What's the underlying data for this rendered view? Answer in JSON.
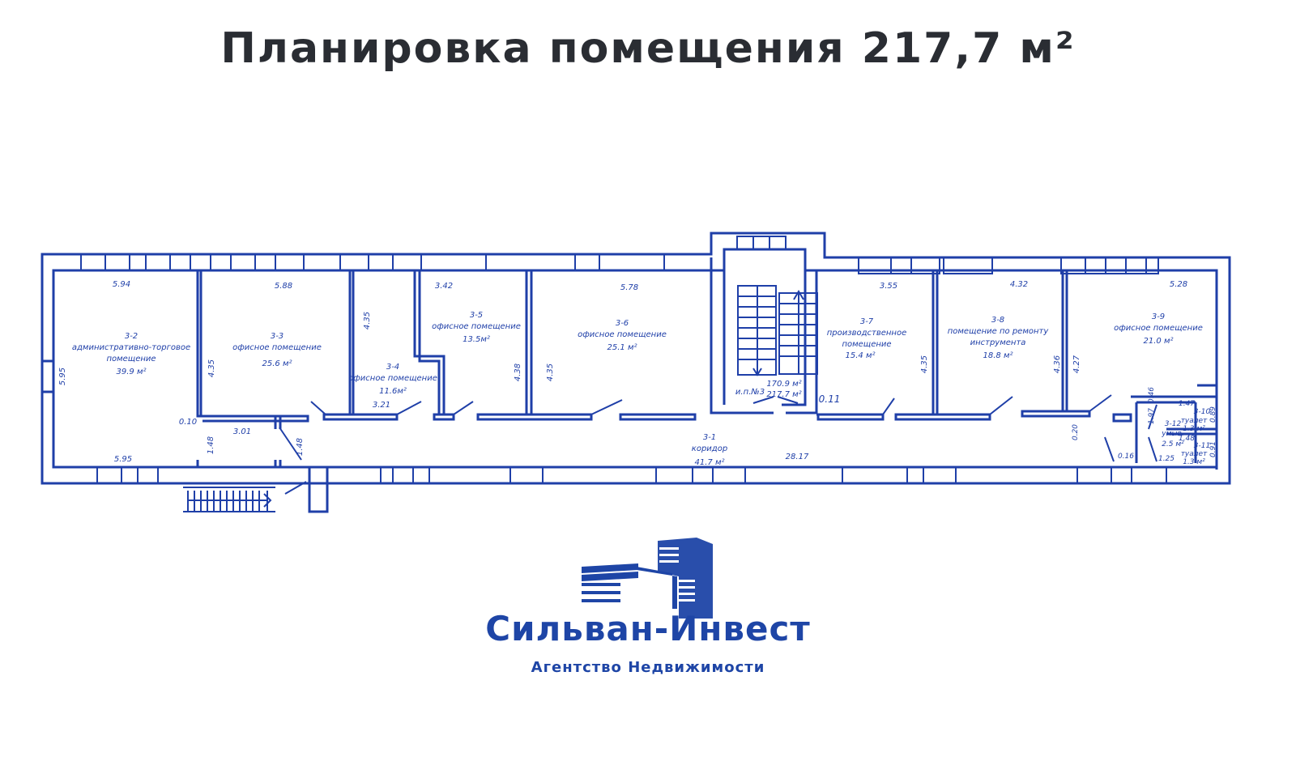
{
  "header": {
    "title": "Планировка помещения 217,7 м²"
  },
  "colors": {
    "plan_line": "#1f3fa8",
    "title": "#2a2d33",
    "brand": "#1e45a6"
  },
  "rooms": [
    {
      "id": "3-2",
      "name_line1": "административно-торговое",
      "name_line2": "помещение",
      "area": "39.9 м²"
    },
    {
      "id": "3-3",
      "name_line1": "офисное помещение",
      "area": "25.6 м²"
    },
    {
      "id": "3-4",
      "name_line1": "офисное помещение",
      "area": "11.6м²"
    },
    {
      "id": "3-5",
      "name_line1": "офисное помещение",
      "area": "13.5м²"
    },
    {
      "id": "3-6",
      "name_line1": "офисное помещение",
      "area": "25.1 м²"
    },
    {
      "id": "3-7",
      "name_line1": "производственное",
      "name_line2": "помещение",
      "area": "15.4 м²"
    },
    {
      "id": "3-8",
      "name_line1": "помещение по ремонту",
      "name_line2": "инструмента",
      "area": "18.8 м²"
    },
    {
      "id": "3-9",
      "name_line1": "офисное помещение",
      "area": "21.0 м²"
    },
    {
      "id": "3-1",
      "name_line1": "коридор",
      "area": "41.7 м²"
    },
    {
      "id": "3-10",
      "name_line1": "туалет",
      "area": "1.3 м²"
    },
    {
      "id": "3-11",
      "name_line1": "туалет",
      "area": "1.3 м²"
    },
    {
      "id": "3-12",
      "name_line1": "умыв.",
      "area": "2.5 м²"
    }
  ],
  "stairwell": {
    "label": "и.п.№3",
    "area_1": "170.9 м²",
    "area_2": "217.7 м²"
  },
  "dimensions": {
    "d_594": "5.94",
    "d_588": "5.88",
    "d_342": "3.42",
    "d_578": "5.78",
    "d_355": "3.55",
    "d_432": "4.32",
    "d_528": "5.28",
    "d_595_side": "5.95",
    "d_595_bottom": "5.95",
    "d_435_a": "4.35",
    "d_435_b": "4.35",
    "d_438": "4.38",
    "d_435_c": "4.35",
    "d_435_d": "4.35",
    "d_436": "4.36",
    "d_427": "4.27",
    "d_010": "0.10",
    "d_301": "3.01",
    "d_148_a": "1.48",
    "d_148_b": "1.48",
    "d_321": "3.21",
    "d_011": "0.11",
    "d_2817": "28.17",
    "d_046": "0.46",
    "d_197": "1.97",
    "d_147": "1.47",
    "d_089": "0.89",
    "d_148_c": "1.48",
    "d_091": "0.91",
    "d_020": "0.20",
    "d_016": "0.16",
    "d_125": "1.25"
  },
  "logo": {
    "name": "Сильван-Инвест",
    "subtitle": "Агентство Недвижимости",
    "icon": "buildings-logo-icon"
  }
}
